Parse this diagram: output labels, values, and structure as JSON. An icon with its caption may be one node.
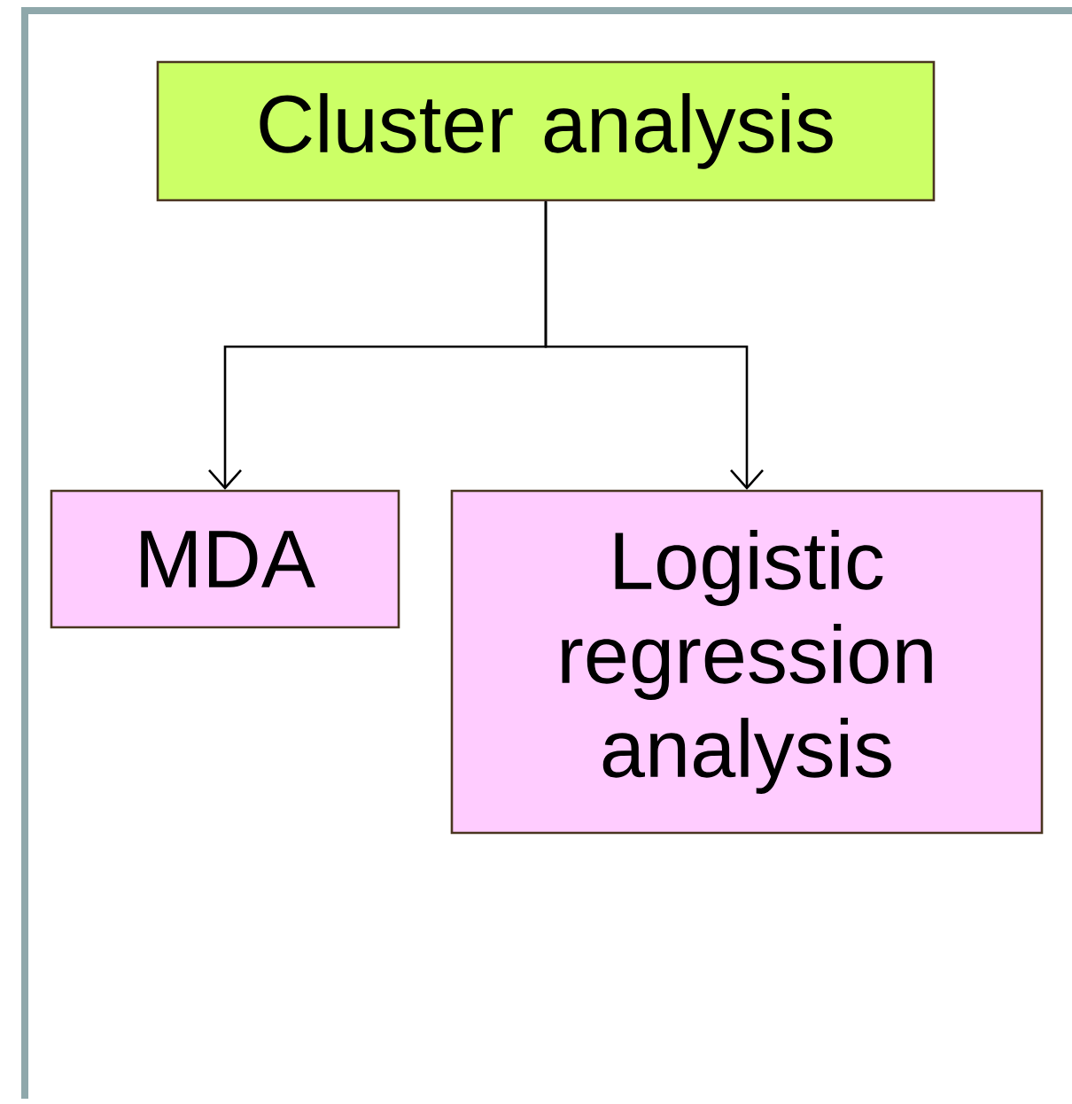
{
  "diagram": {
    "nodes": [
      {
        "text": [
          "Cluster analysis"
        ]
      },
      {
        "text": [
          "MDA"
        ]
      },
      {
        "text": [
          "Logistic regression analysis"
        ]
      }
    ],
    "edges": [
      {
        "from": 0,
        "to": 1,
        "arrow": "to"
      },
      {
        "from": 0,
        "to": 2,
        "arrow": "to"
      }
    ]
  }
}
